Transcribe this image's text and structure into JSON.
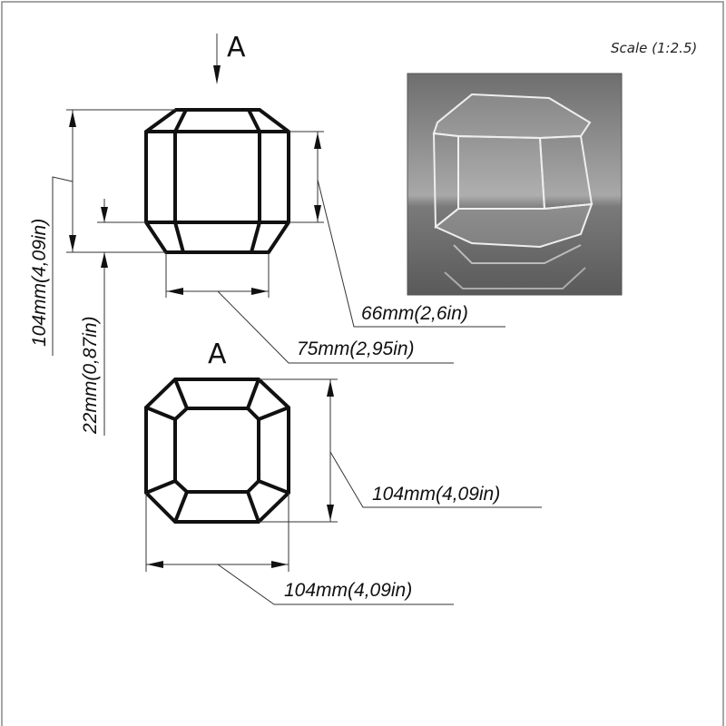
{
  "scale_label": "Scale (1:2.5)",
  "view_label_top": "A",
  "view_label_bottom": "A",
  "dimensions": {
    "front_height": "104mm(4,09in)",
    "bottom_chamfer_height": "22mm(0,87in)",
    "middle_height": "66mm(2,6in)",
    "bottom_width": "75mm(2,95in)",
    "top_view_depth": "104mm(4,09in)",
    "top_view_width": "104mm(4,09in)"
  },
  "colors": {
    "line": "#111111",
    "render_bg": "#8a8a8a"
  }
}
